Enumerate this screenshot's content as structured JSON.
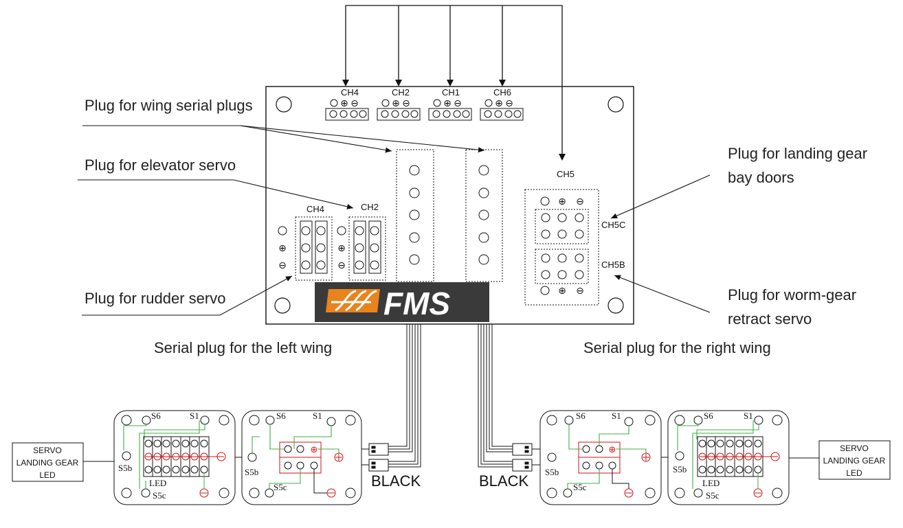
{
  "labels": {
    "wing_serial": "Plug for wing serial plugs",
    "elevator": "Plug for elevator servo",
    "rudder": "Plug for rudder servo",
    "landing_doors_1": "Plug for landing gear",
    "landing_doors_2": "bay doors",
    "worm_gear_1": "Plug for worm-gear",
    "worm_gear_2": "retract servo",
    "left_wing": "Serial plug for the left wing",
    "right_wing": "Serial plug for the right wing"
  },
  "board": {
    "top_channels": [
      "CH4",
      "CH2",
      "CH1",
      "CH6"
    ],
    "ch5": "CH5",
    "ch5c": "CH5C",
    "ch5b": "CH5B",
    "left_channels": [
      "CH4",
      "CH2"
    ],
    "logo": "FMS"
  },
  "wires": {
    "left": "BLACK",
    "right": "BLACK"
  },
  "pins": {
    "s6": "S6",
    "s1": "S1",
    "s5b": "S5b",
    "s5c": "S5c",
    "led": "LED"
  },
  "symbols": {
    "plus": "⊕",
    "minus": "⊖"
  },
  "side_boxes": {
    "left": [
      "SERVO",
      "LANDING GEAR",
      "LED"
    ],
    "right": [
      "SERVO",
      "LANDING GEAR",
      "LED"
    ]
  },
  "colors": {
    "logo_bg": "#3a3a3a",
    "logo_accent": "#e8831e",
    "trace": "#3cb043",
    "red": "#d11111"
  }
}
